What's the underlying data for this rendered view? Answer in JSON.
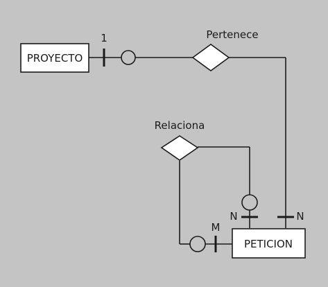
{
  "entities": {
    "proyecto": "PROYECTO",
    "peticion": "PETICION"
  },
  "relationships": {
    "pertenece": "Pertenece",
    "relaciona": "Relaciona"
  },
  "cardinalities": {
    "proyecto_pertenece": "1",
    "peticion_pertenece": "N",
    "peticion_relaciona_top": "N",
    "peticion_relaciona_left": "M"
  }
}
